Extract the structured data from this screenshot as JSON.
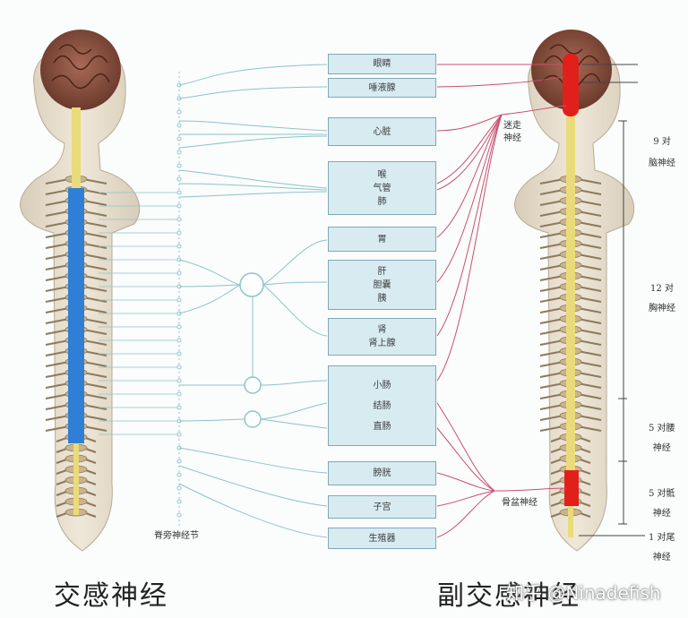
{
  "organs": [
    {
      "id": "eye",
      "lines": [
        "眼睛"
      ]
    },
    {
      "id": "salivary",
      "lines": [
        "唾液腺"
      ]
    },
    {
      "id": "heart",
      "lines": [
        "心脏"
      ]
    },
    {
      "id": "airway",
      "lines": [
        "喉",
        "气管",
        "肺"
      ]
    },
    {
      "id": "stomach",
      "lines": [
        "胃"
      ]
    },
    {
      "id": "liver",
      "lines": [
        "肝",
        "胆囊",
        "胰"
      ]
    },
    {
      "id": "kidney",
      "lines": [
        "肾",
        "肾上腺"
      ]
    },
    {
      "id": "intestine",
      "lines": [
        "小肠",
        "结肠",
        "直肠"
      ]
    },
    {
      "id": "bladder",
      "lines": [
        "膀胱"
      ]
    },
    {
      "id": "uterus",
      "lines": [
        "子宫"
      ]
    },
    {
      "id": "genitals",
      "lines": [
        "生殖器"
      ]
    }
  ],
  "labels": {
    "ganglion_chain": "脊旁神经节",
    "vagus": [
      "迷走",
      "神经"
    ],
    "pelvic": "骨盆神经",
    "cranial": [
      "9 对",
      "脑神经"
    ],
    "thoracic": [
      "12 对",
      "胸神经"
    ],
    "lumbar": [
      "5 对腰",
      "神经"
    ],
    "sacral": [
      "5 对骶",
      "神经"
    ],
    "coccygeal": [
      "1 对尾",
      "神经"
    ]
  },
  "captions": {
    "sympathetic": "交感神经",
    "parasympathetic": "副交感神经"
  },
  "watermark": "知乎 @Ninadefish",
  "colors": {
    "sympathetic_cord": "#2f7fd6",
    "parasympathetic_cord": "#e2201b",
    "spinal_cord": "#eadb7a",
    "nerve_sym": "#8cc4c8",
    "nerve_para": "#c9506f",
    "box_fill": "#d7ebf1"
  }
}
